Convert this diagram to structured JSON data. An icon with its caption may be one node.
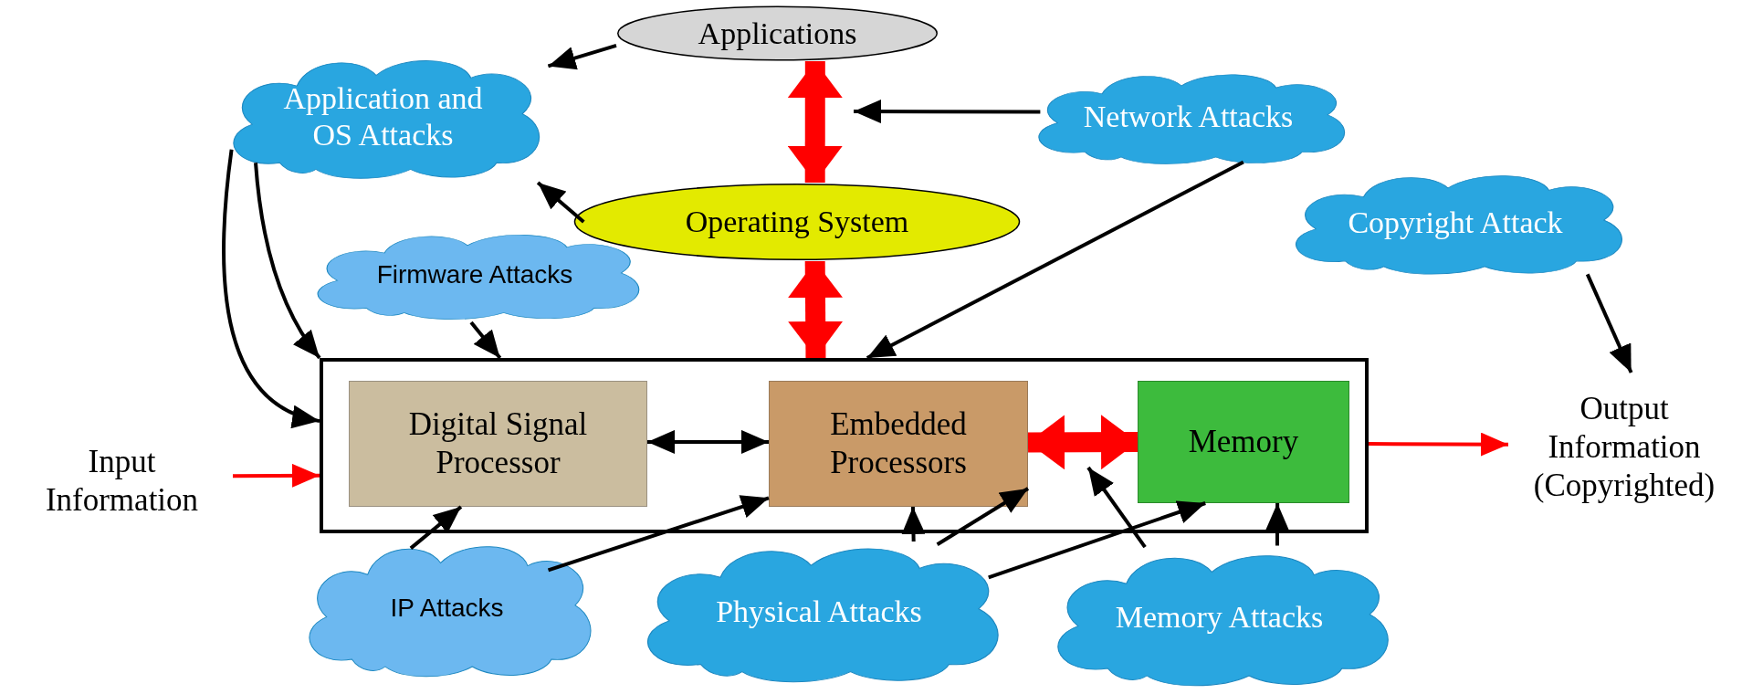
{
  "diagram": {
    "nodes": [
      {
        "text": [
          "Applications"
        ]
      },
      {
        "text": [
          "Application and OS Attacks"
        ]
      },
      {
        "text": [
          "Network Attacks"
        ]
      },
      {
        "text": [
          "Operating System"
        ]
      },
      {
        "text": [
          "Copyright Attack"
        ]
      },
      {
        "text": [
          "Firmware Attacks"
        ]
      },
      {
        "text": [],
        "shape": "box"
      },
      {
        "text": [
          "Digital Signal Processor"
        ],
        "in": 6
      },
      {
        "text": [
          "Embedded Processors"
        ],
        "in": 6
      },
      {
        "text": [
          "Memory"
        ],
        "in": 6
      },
      {
        "text": [
          "Input Information"
        ]
      },
      {
        "text": [
          "Output Information (Copyrighted)"
        ]
      },
      {
        "text": [
          "IP Attacks"
        ]
      },
      {
        "text": [
          "Physical Attacks"
        ]
      },
      {
        "text": [
          "Memory Attacks"
        ]
      }
    ],
    "edges": [
      {
        "from": 0,
        "to": 1,
        "arrow": "to"
      },
      {
        "from": 2,
        "to": null,
        "arrow": "to"
      },
      {
        "from": 0,
        "to": 3,
        "arrow": "both",
        "style": "thick",
        "color": "#ff0000"
      },
      {
        "from": 3,
        "to": 1,
        "arrow": "to"
      },
      {
        "from": 3,
        "to": 6,
        "arrow": "both",
        "style": "thick",
        "color": "#ff0000"
      },
      {
        "from": 2,
        "to": 6,
        "arrow": "to"
      },
      {
        "from": 1,
        "to": 6,
        "arrow": "to"
      },
      {
        "from": 1,
        "to": 6,
        "arrow": "to"
      },
      {
        "from": 5,
        "to": 6,
        "arrow": "to"
      },
      {
        "from": 4,
        "to": 11,
        "arrow": "to"
      },
      {
        "from": 10,
        "to": 6,
        "arrow": "to",
        "color": "#ff0000"
      },
      {
        "from": 6,
        "to": 11,
        "arrow": "to",
        "color": "#ff0000"
      },
      {
        "from": 7,
        "to": 8,
        "arrow": "both"
      },
      {
        "from": 8,
        "to": 9,
        "arrow": "both",
        "style": "thick",
        "color": "#ff0000"
      },
      {
        "from": 12,
        "to": 7,
        "arrow": "to"
      },
      {
        "from": 12,
        "to": 8,
        "arrow": "to"
      },
      {
        "from": 13,
        "to": 8,
        "arrow": "to"
      },
      {
        "from": 13,
        "to": 8,
        "arrow": "to"
      },
      {
        "from": 13,
        "to": 9,
        "arrow": "to"
      },
      {
        "from": 14,
        "to": null,
        "arrow": "to"
      },
      {
        "from": 14,
        "to": 9,
        "arrow": "to"
      }
    ]
  }
}
